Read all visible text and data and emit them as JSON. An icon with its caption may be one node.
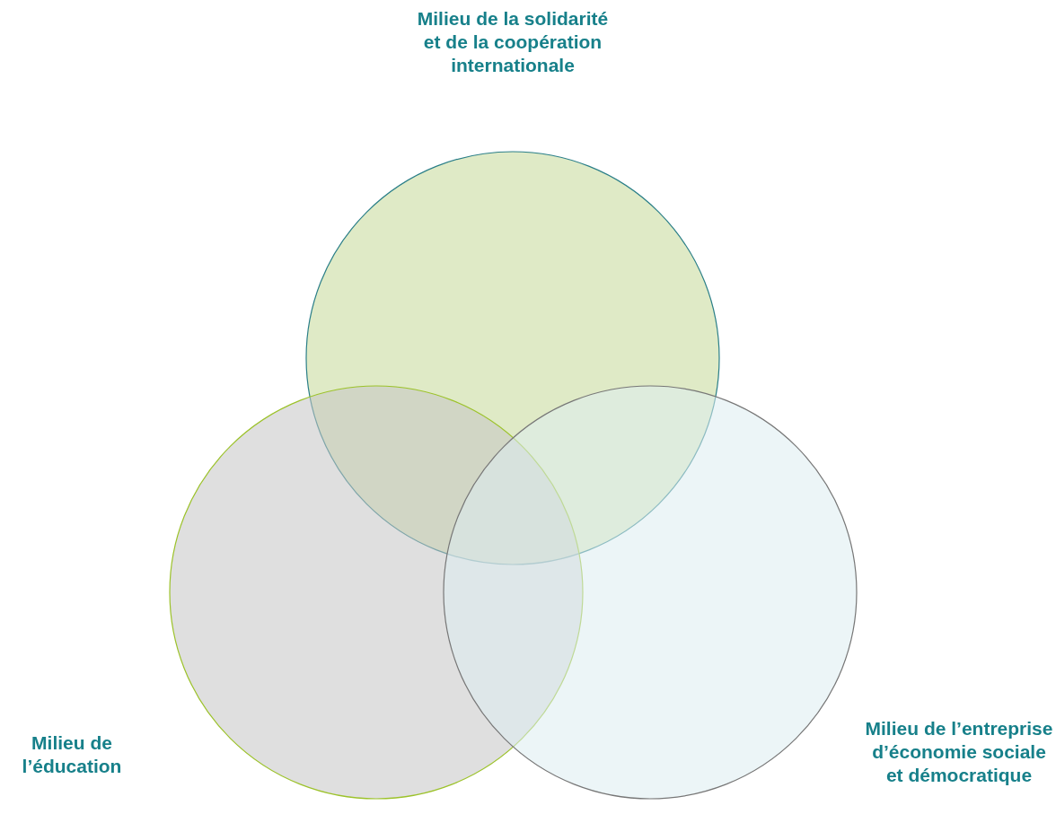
{
  "diagram": {
    "nodes": [
      {
        "text": [
          "Milieu de la solidarité et de la coopération internationale"
        ]
      },
      {
        "text": [
          "Milieu de l’éducation"
        ]
      },
      {
        "text": [
          "Milieu de l’entreprise d’économie sociale et démocratique"
        ]
      }
    ],
    "edges": []
  }
}
